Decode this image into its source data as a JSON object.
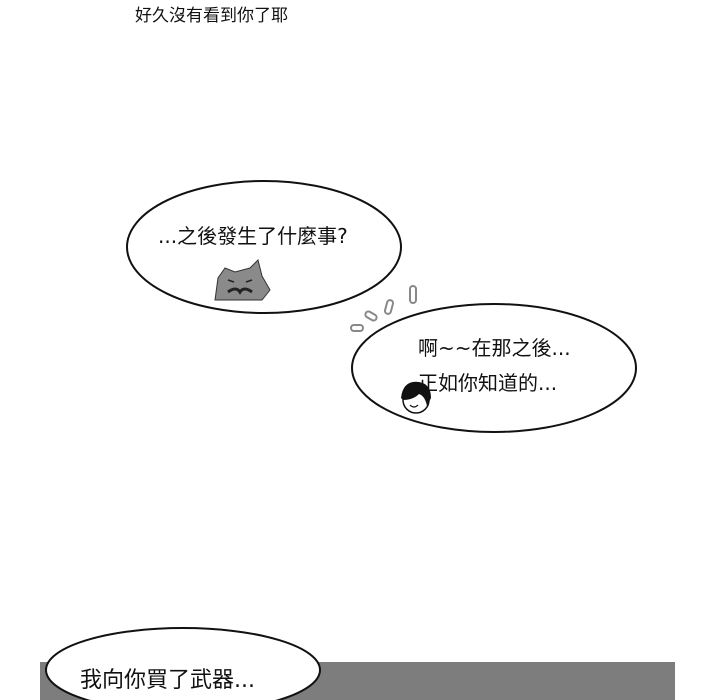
{
  "caption": "好久沒有看到你了耶",
  "bubbles": [
    {
      "lines": [
        "...之後發生了什麼事?"
      ]
    },
    {
      "lines": [
        "啊~~在那之後...",
        "正如你知道的..."
      ]
    },
    {
      "lines": [
        "我向你買了武器..."
      ]
    }
  ],
  "colors": {
    "panel": "#7d7d7d",
    "cat": "#8a8a8a",
    "ink": "#111111"
  }
}
